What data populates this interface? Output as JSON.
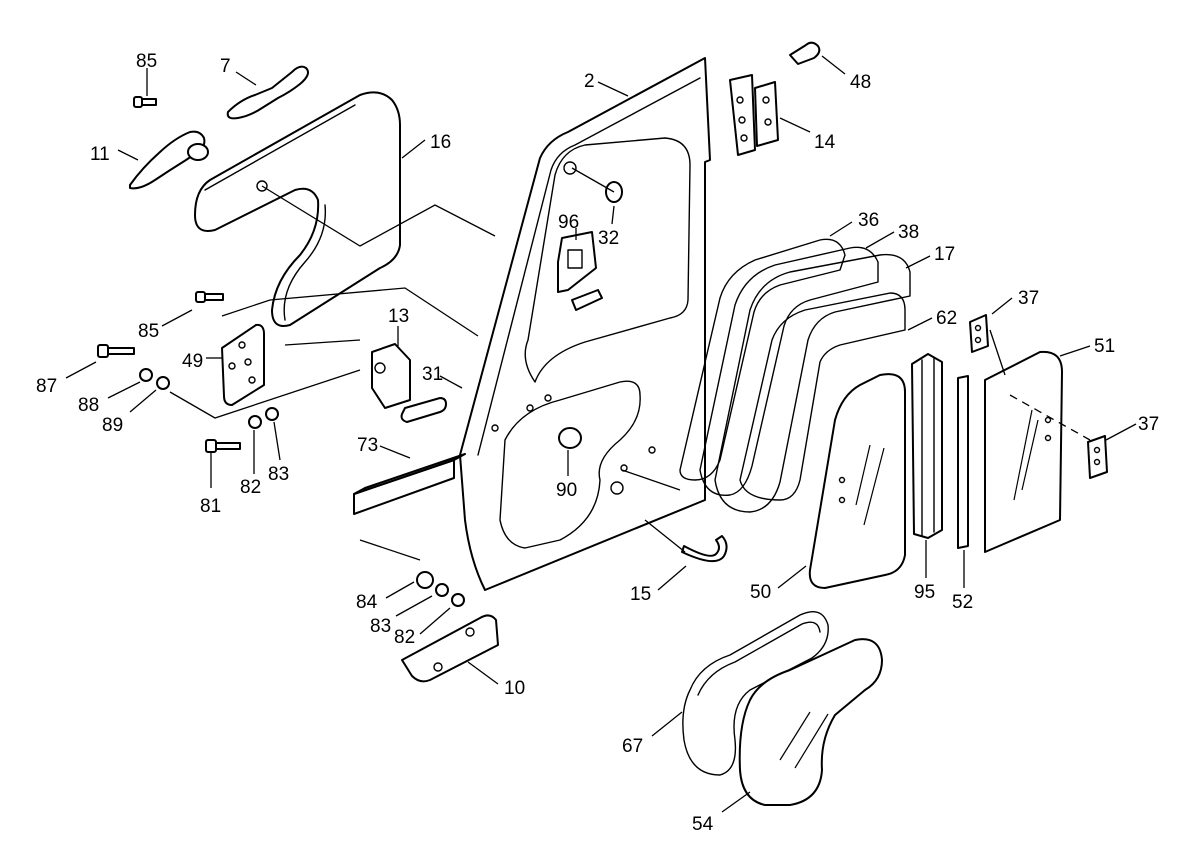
{
  "callouts": {
    "c85a": "85",
    "c7": "7",
    "c2": "2",
    "c48": "48",
    "c14": "14",
    "c11": "11",
    "c16": "16",
    "c96": "96",
    "c32": "32",
    "c36": "36",
    "c38": "38",
    "c17": "17",
    "c37a": "37",
    "c85b": "85",
    "c13": "13",
    "c49": "49",
    "c62": "62",
    "c51": "51",
    "c87": "87",
    "c88": "88",
    "c31": "31",
    "c89": "89",
    "c37b": "37",
    "c73": "73",
    "c81": "81",
    "c82a": "82",
    "c83a": "83",
    "c90": "90",
    "c15": "15",
    "c50": "50",
    "c95": "95",
    "c52": "52",
    "c84": "84",
    "c83b": "83",
    "c82b": "82",
    "c10": "10",
    "c67": "67",
    "c54": "54"
  },
  "colors": {
    "line": "#000000",
    "background": "#ffffff"
  }
}
